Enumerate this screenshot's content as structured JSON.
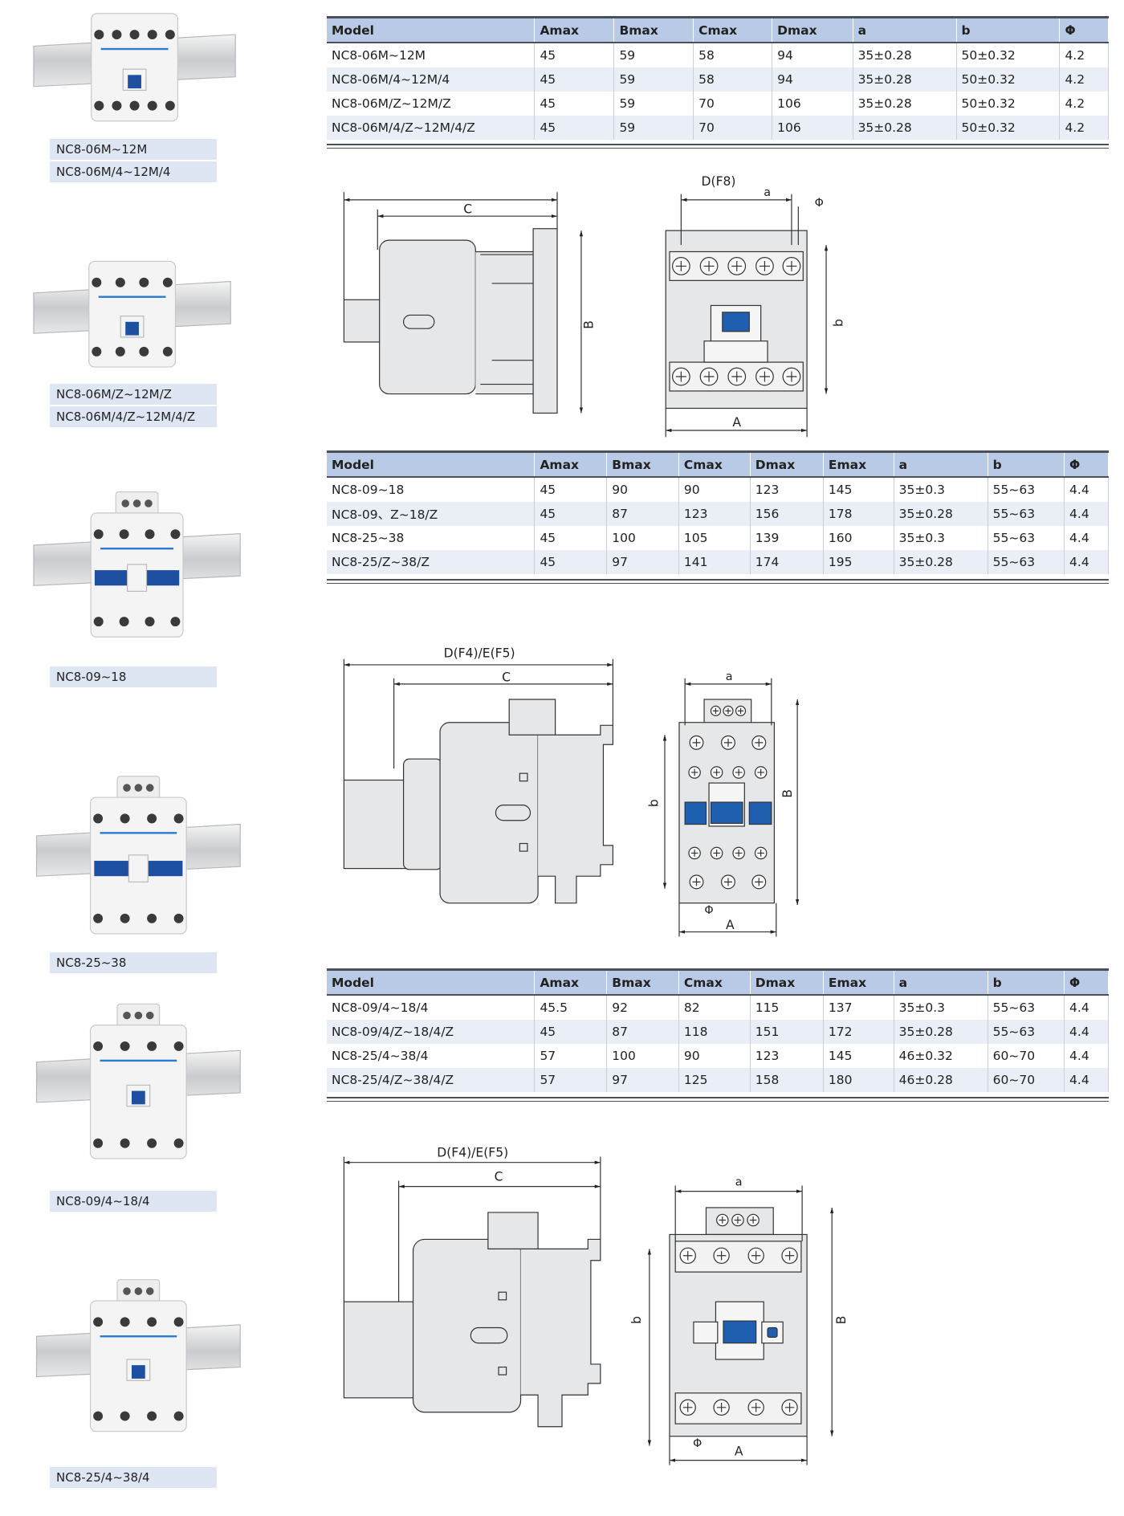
{
  "product_labels": [
    [
      "NC8-06M~12M",
      "NC8-06M/4~12M/4"
    ],
    [
      "NC8-06M/Z~12M/Z",
      "NC8-06M/4/Z~12M/4/Z"
    ],
    [
      "NC8-09~18"
    ],
    [
      "NC8-25~38"
    ],
    [
      "NC8-09/4~18/4"
    ],
    [
      "NC8-25/4~38/4"
    ]
  ],
  "tables": [
    {
      "headers": [
        "Model",
        "Amax",
        "Bmax",
        "Cmax",
        "Dmax",
        "a",
        "b",
        "Φ"
      ],
      "rows": [
        [
          "NC8-06M~12M",
          "45",
          "59",
          "58",
          "94",
          "35±0.28",
          "50±0.32",
          "4.2"
        ],
        [
          "NC8-06M/4~12M/4",
          "45",
          "59",
          "58",
          "94",
          "35±0.28",
          "50±0.32",
          "4.2"
        ],
        [
          "NC8-06M/Z~12M/Z",
          "45",
          "59",
          "70",
          "106",
          "35±0.28",
          "50±0.32",
          "4.2"
        ],
        [
          "NC8-06M/4/Z~12M/4/Z",
          "45",
          "59",
          "70",
          "106",
          "35±0.28",
          "50±0.32",
          "4.2"
        ]
      ]
    },
    {
      "headers": [
        "Model",
        "Amax",
        "Bmax",
        "Cmax",
        "Dmax",
        "Emax",
        "a",
        "b",
        "Φ"
      ],
      "rows": [
        [
          "NC8-09~18",
          "45",
          "90",
          "90",
          "123",
          "145",
          "35±0.3",
          "55~63",
          "4.4"
        ],
        [
          "NC8-09、Z~18/Z",
          "45",
          "87",
          "123",
          "156",
          "178",
          "35±0.28",
          "55~63",
          "4.4"
        ],
        [
          "NC8-25~38",
          "45",
          "100",
          "105",
          "139",
          "160",
          "35±0.3",
          "55~63",
          "4.4"
        ],
        [
          "NC8-25/Z~38/Z",
          "45",
          "97",
          "141",
          "174",
          "195",
          "35±0.28",
          "55~63",
          "4.4"
        ]
      ]
    },
    {
      "headers": [
        "Model",
        "Amax",
        "Bmax",
        "Cmax",
        "Dmax",
        "Emax",
        "a",
        "b",
        "Φ"
      ],
      "rows": [
        [
          "NC8-09/4~18/4",
          "45.5",
          "92",
          "82",
          "115",
          "137",
          "35±0.3",
          "55~63",
          "4.4"
        ],
        [
          "NC8-09/4/Z~18/4/Z",
          "45",
          "87",
          "118",
          "151",
          "172",
          "35±0.28",
          "55~63",
          "4.4"
        ],
        [
          "NC8-25/4~38/4",
          "57",
          "100",
          "90",
          "123",
          "145",
          "46±0.32",
          "60~70",
          "4.4"
        ],
        [
          "NC8-25/4/Z~38/4/Z",
          "57",
          "97",
          "125",
          "158",
          "180",
          "46±0.28",
          "60~70",
          "4.4"
        ]
      ]
    }
  ],
  "drawings": [
    {
      "top": "D(F8)",
      "c": "C",
      "B": "B",
      "a": "a",
      "phi": "Φ",
      "b": "b",
      "A": "A"
    },
    {
      "top": "D(F4)/E(F5)",
      "c": "C",
      "B": "B",
      "a": "a",
      "phi": "Φ",
      "b": "b",
      "A": "A"
    },
    {
      "top": "D(F4)/E(F5)",
      "c": "C",
      "B": "B",
      "a": "a",
      "phi": "Φ",
      "b": "b",
      "A": "A"
    }
  ],
  "colors": {
    "header": "#b9cae6",
    "stripe": "#e9eef7",
    "blue": "#1f5fb0"
  }
}
